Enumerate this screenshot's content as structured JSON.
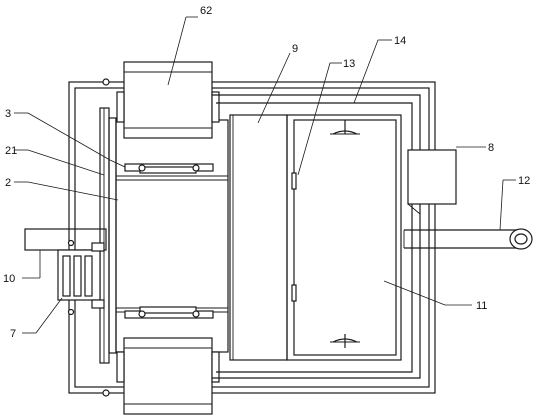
{
  "labels": {
    "l62": "62",
    "l9": "9",
    "l13": "13",
    "l14": "14",
    "l3": "3",
    "l21": "21",
    "l2": "2",
    "l8": "8",
    "l12": "12",
    "l10": "10",
    "l7": "7",
    "l11": "11"
  }
}
